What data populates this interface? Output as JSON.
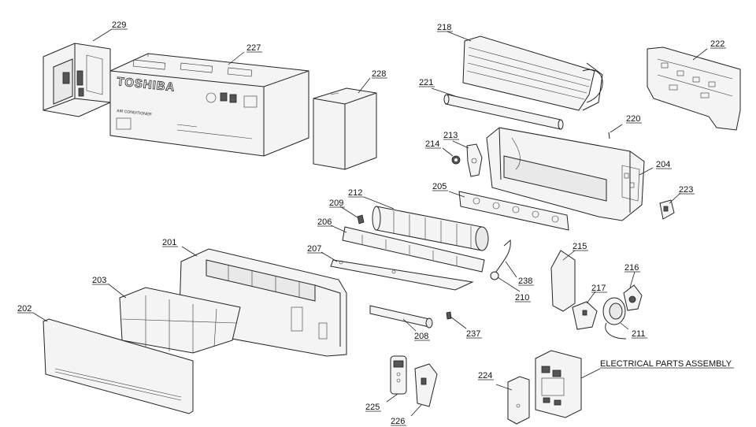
{
  "brand_label": "TOSHIBA",
  "box_label": "AIR CONDITIONER",
  "assembly_title": "ELECTRICAL PARTS ASSEMBLY",
  "parts": [
    {
      "id": "p229",
      "num": "229"
    },
    {
      "id": "p227",
      "num": "227"
    },
    {
      "id": "p228",
      "num": "228"
    },
    {
      "id": "p218",
      "num": "218"
    },
    {
      "id": "p222",
      "num": "222"
    },
    {
      "id": "p221",
      "num": "221"
    },
    {
      "id": "p220",
      "num": "220"
    },
    {
      "id": "p213",
      "num": "213"
    },
    {
      "id": "p214",
      "num": "214"
    },
    {
      "id": "p204",
      "num": "204"
    },
    {
      "id": "p205",
      "num": "205"
    },
    {
      "id": "p223",
      "num": "223"
    },
    {
      "id": "p212",
      "num": "212"
    },
    {
      "id": "p209",
      "num": "209"
    },
    {
      "id": "p206",
      "num": "206"
    },
    {
      "id": "p201",
      "num": "201"
    },
    {
      "id": "p207",
      "num": "207"
    },
    {
      "id": "p215",
      "num": "215"
    },
    {
      "id": "p216",
      "num": "216"
    },
    {
      "id": "p238",
      "num": "238"
    },
    {
      "id": "p203",
      "num": "203"
    },
    {
      "id": "p210",
      "num": "210"
    },
    {
      "id": "p217",
      "num": "217"
    },
    {
      "id": "p202",
      "num": "202"
    },
    {
      "id": "p208",
      "num": "208"
    },
    {
      "id": "p237",
      "num": "237"
    },
    {
      "id": "p211",
      "num": "211"
    },
    {
      "id": "p224",
      "num": "224"
    },
    {
      "id": "p225",
      "num": "225"
    },
    {
      "id": "p226",
      "num": "226"
    }
  ]
}
